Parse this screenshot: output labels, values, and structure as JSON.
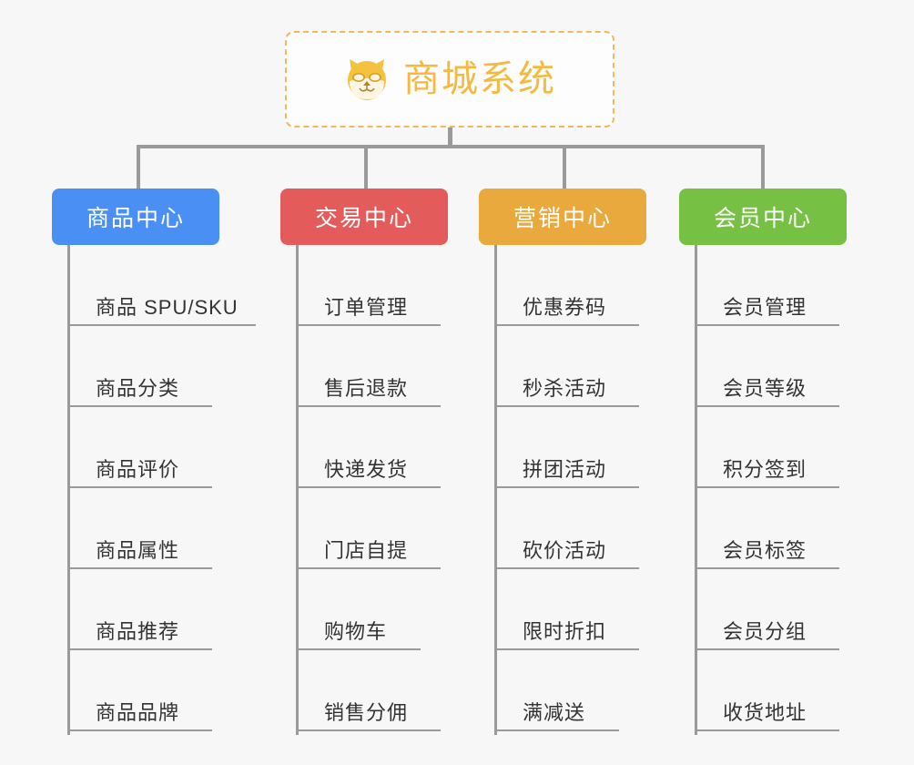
{
  "canvas": {
    "background_color": "#f7f7f7",
    "connector_color": "#9a9a9a"
  },
  "root": {
    "title": "商城系统",
    "icon": "dog-face-emoji",
    "text_color": "#f5b93f",
    "border_color": "#f0b95b",
    "background_color": "#fdfdfd"
  },
  "branches": [
    {
      "label": "商品中心",
      "color": "#4a90f4",
      "items": [
        "商品 SPU/SKU",
        "商品分类",
        "商品评价",
        "商品属性",
        "商品推荐",
        "商品品牌"
      ]
    },
    {
      "label": "交易中心",
      "color": "#e35b5b",
      "items": [
        "订单管理",
        "售后退款",
        "快递发货",
        "门店自提",
        "购物车",
        "销售分佣"
      ]
    },
    {
      "label": "营销中心",
      "color": "#eaa93c",
      "items": [
        "优惠券码",
        "秒杀活动",
        "拼团活动",
        "砍价活动",
        "限时折扣",
        "满减送"
      ]
    },
    {
      "label": "会员中心",
      "color": "#76c044",
      "items": [
        "会员管理",
        "会员等级",
        "积分签到",
        "会员标签",
        "会员分组",
        "收货地址"
      ]
    }
  ]
}
